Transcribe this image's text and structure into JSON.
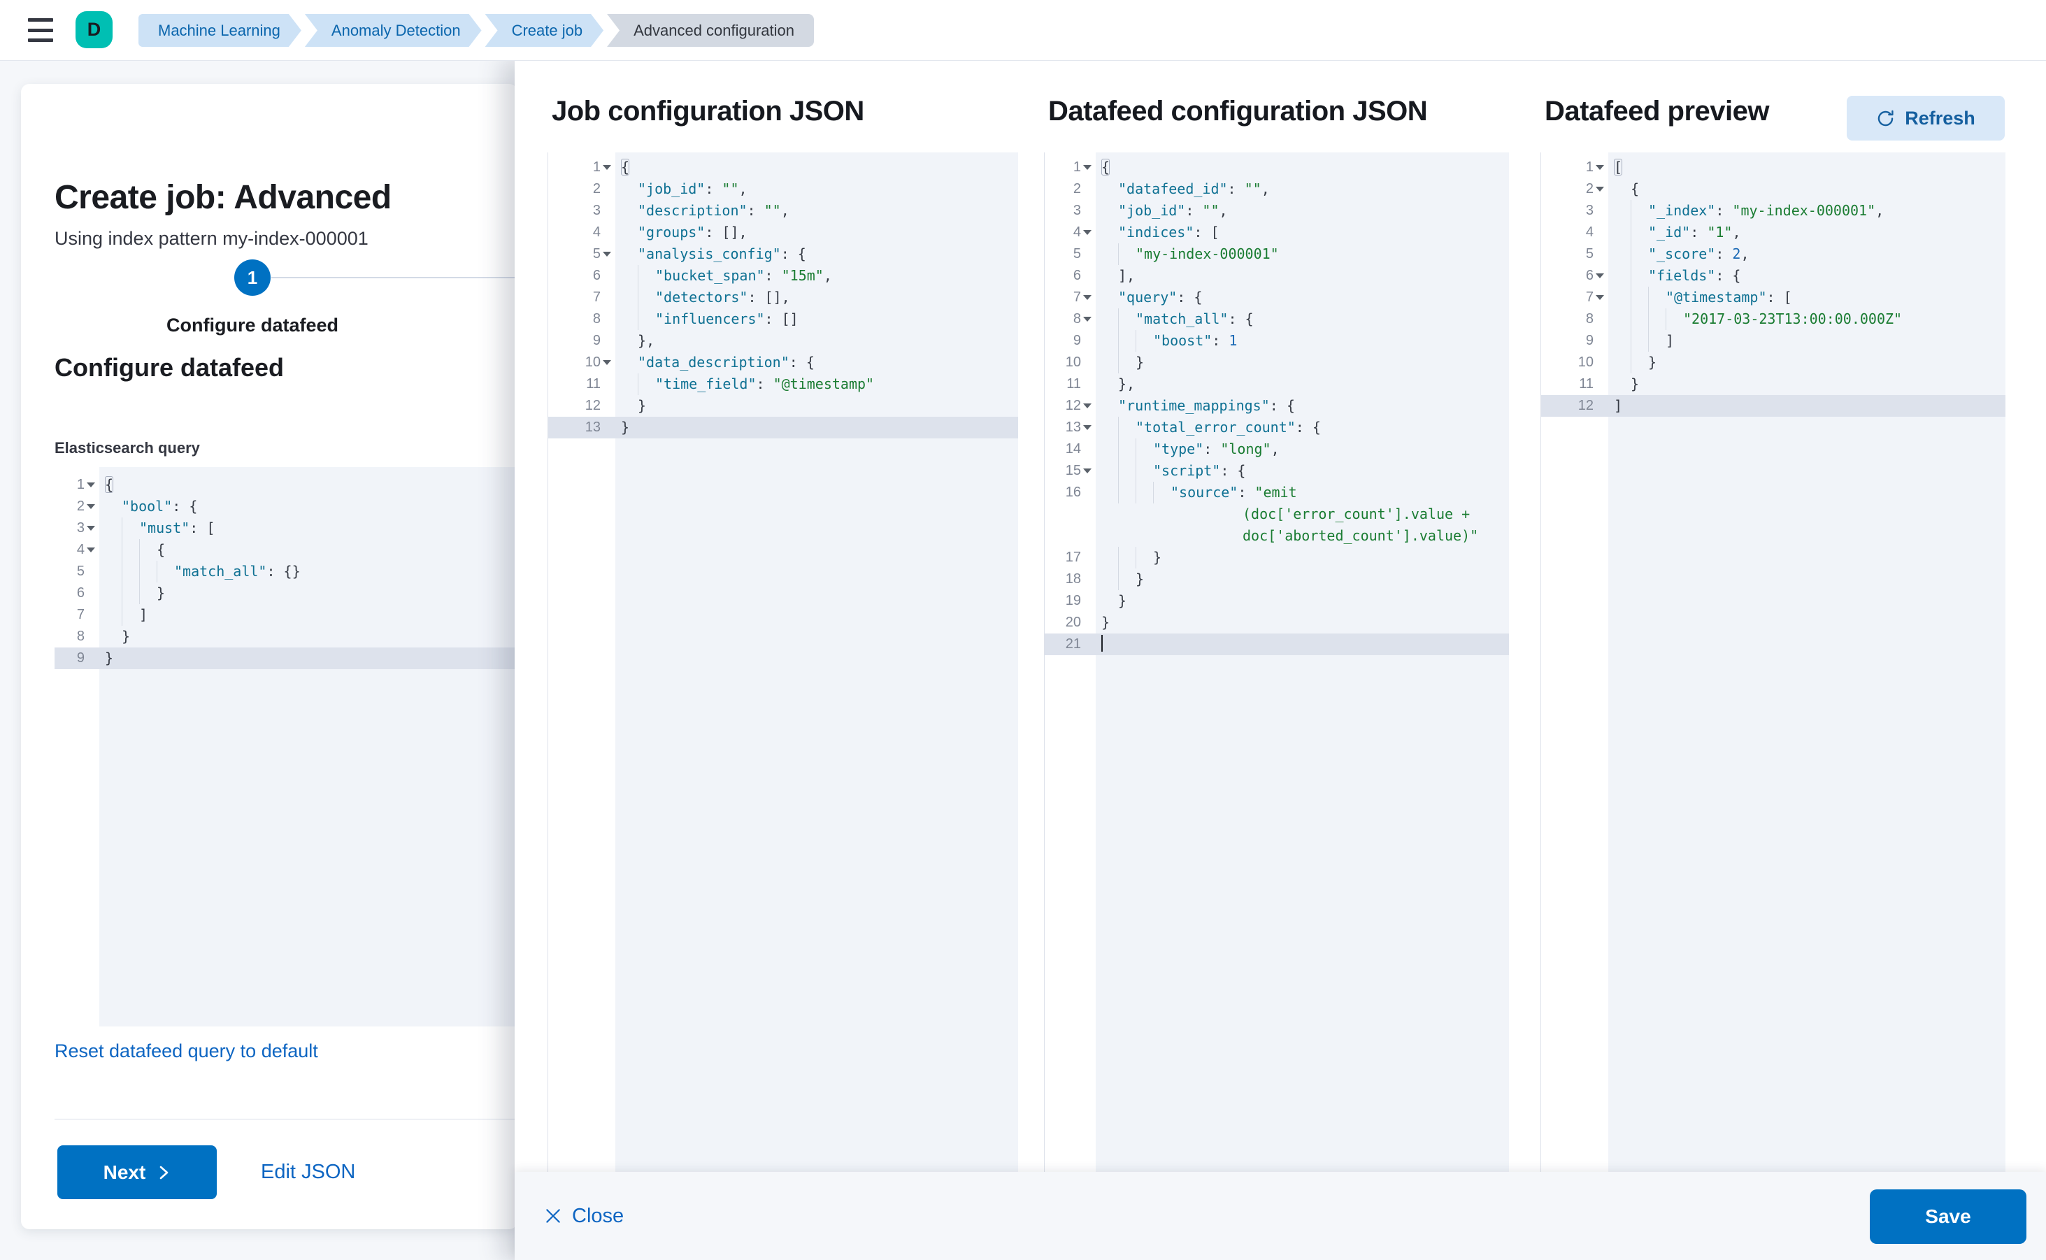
{
  "colors": {
    "accent": "#0071c2",
    "avatar_bg": "#00bfb3",
    "link": "#0d65c2",
    "code_bg": "#f1f4f9",
    "code_active_line": "#dde2ec",
    "code_key": "#0f7193",
    "code_string": "#1a7c32",
    "code_number": "#1b69b5"
  },
  "header": {
    "menu_icon": "hamburger-icon",
    "avatar_letter": "D",
    "breadcrumbs": [
      {
        "label": "Machine Learning",
        "current": false
      },
      {
        "label": "Anomaly Detection",
        "current": false
      },
      {
        "label": "Create job",
        "current": false
      },
      {
        "label": "Advanced configuration",
        "current": true
      }
    ]
  },
  "wizard": {
    "title": "Create job: Advanced",
    "subtitle": "Using index pattern my-index-000001",
    "step": {
      "number": "1",
      "label": "Configure datafeed"
    },
    "section_title": "Configure datafeed",
    "query_label": "Elasticsearch query",
    "reset_link": "Reset datafeed query to default",
    "next_button": "Next",
    "edit_json_link": "Edit JSON"
  },
  "flyout": {
    "panel1_title": "Job configuration JSON",
    "panel2_title": "Datafeed configuration JSON",
    "panel3_title": "Datafeed preview",
    "refresh_button": "Refresh",
    "close_button": "Close",
    "save_button": "Save"
  },
  "editors": [
    {
      "id": "query",
      "rows": [
        {
          "n": "1",
          "fold": true,
          "u": 0,
          "box": true,
          "t": [
            [
              "p",
              "{"
            ]
          ]
        },
        {
          "n": "2",
          "fold": true,
          "u": 1,
          "t": [
            [
              "k",
              "\"bool\""
            ],
            [
              "p",
              ": {"
            ]
          ]
        },
        {
          "n": "3",
          "fold": true,
          "u": 2,
          "t": [
            [
              "k",
              "\"must\""
            ],
            [
              "p",
              ": ["
            ]
          ]
        },
        {
          "n": "4",
          "fold": true,
          "u": 3,
          "t": [
            [
              "p",
              "{"
            ]
          ]
        },
        {
          "n": "5",
          "u": 4,
          "t": [
            [
              "k",
              "\"match_all\""
            ],
            [
              "p",
              ": {}"
            ]
          ]
        },
        {
          "n": "6",
          "u": 3,
          "t": [
            [
              "p",
              "}"
            ]
          ]
        },
        {
          "n": "7",
          "u": 2,
          "t": [
            [
              "p",
              "]"
            ]
          ]
        },
        {
          "n": "8",
          "u": 1,
          "t": [
            [
              "p",
              "}"
            ]
          ]
        },
        {
          "n": "9",
          "u": 0,
          "active": true,
          "t": [
            [
              "p",
              "}"
            ]
          ]
        }
      ]
    },
    {
      "id": "job",
      "rows": [
        {
          "n": "1",
          "fold": true,
          "u": 0,
          "box": true,
          "t": [
            [
              "p",
              "{"
            ]
          ]
        },
        {
          "n": "2",
          "u": 1,
          "t": [
            [
              "k",
              "\"job_id\""
            ],
            [
              "p",
              ": "
            ],
            [
              "s",
              "\"\""
            ],
            [
              "p",
              ","
            ]
          ]
        },
        {
          "n": "3",
          "u": 1,
          "t": [
            [
              "k",
              "\"description\""
            ],
            [
              "p",
              ": "
            ],
            [
              "s",
              "\"\""
            ],
            [
              "p",
              ","
            ]
          ]
        },
        {
          "n": "4",
          "u": 1,
          "t": [
            [
              "k",
              "\"groups\""
            ],
            [
              "p",
              ": [],"
            ]
          ]
        },
        {
          "n": "5",
          "fold": true,
          "u": 1,
          "t": [
            [
              "k",
              "\"analysis_config\""
            ],
            [
              "p",
              ": {"
            ]
          ]
        },
        {
          "n": "6",
          "u": 2,
          "t": [
            [
              "k",
              "\"bucket_span\""
            ],
            [
              "p",
              ": "
            ],
            [
              "s",
              "\"15m\""
            ],
            [
              "p",
              ","
            ]
          ]
        },
        {
          "n": "7",
          "u": 2,
          "t": [
            [
              "k",
              "\"detectors\""
            ],
            [
              "p",
              ": [],"
            ]
          ]
        },
        {
          "n": "8",
          "u": 2,
          "t": [
            [
              "k",
              "\"influencers\""
            ],
            [
              "p",
              ": []"
            ]
          ]
        },
        {
          "n": "9",
          "u": 1,
          "t": [
            [
              "p",
              "},"
            ]
          ]
        },
        {
          "n": "10",
          "fold": true,
          "u": 1,
          "t": [
            [
              "k",
              "\"data_description\""
            ],
            [
              "p",
              ": {"
            ]
          ]
        },
        {
          "n": "11",
          "u": 2,
          "t": [
            [
              "k",
              "\"time_field\""
            ],
            [
              "p",
              ": "
            ],
            [
              "s",
              "\"@timestamp\""
            ]
          ]
        },
        {
          "n": "12",
          "u": 1,
          "t": [
            [
              "p",
              "}"
            ]
          ]
        },
        {
          "n": "13",
          "u": 0,
          "active": true,
          "t": [
            [
              "p",
              "}"
            ]
          ]
        }
      ]
    },
    {
      "id": "datafeed",
      "rows": [
        {
          "n": "1",
          "fold": true,
          "u": 0,
          "box": true,
          "t": [
            [
              "p",
              "{"
            ]
          ]
        },
        {
          "n": "2",
          "u": 1,
          "t": [
            [
              "k",
              "\"datafeed_id\""
            ],
            [
              "p",
              ": "
            ],
            [
              "s",
              "\"\""
            ],
            [
              "p",
              ","
            ]
          ]
        },
        {
          "n": "3",
          "u": 1,
          "t": [
            [
              "k",
              "\"job_id\""
            ],
            [
              "p",
              ": "
            ],
            [
              "s",
              "\"\""
            ],
            [
              "p",
              ","
            ]
          ]
        },
        {
          "n": "4",
          "fold": true,
          "u": 1,
          "t": [
            [
              "k",
              "\"indices\""
            ],
            [
              "p",
              ": ["
            ]
          ]
        },
        {
          "n": "5",
          "u": 2,
          "t": [
            [
              "s",
              "\"my-index-000001\""
            ]
          ]
        },
        {
          "n": "6",
          "u": 1,
          "t": [
            [
              "p",
              "],"
            ]
          ]
        },
        {
          "n": "7",
          "fold": true,
          "u": 1,
          "t": [
            [
              "k",
              "\"query\""
            ],
            [
              "p",
              ": {"
            ]
          ]
        },
        {
          "n": "8",
          "fold": true,
          "u": 2,
          "t": [
            [
              "k",
              "\"match_all\""
            ],
            [
              "p",
              ": {"
            ]
          ]
        },
        {
          "n": "9",
          "u": 3,
          "t": [
            [
              "k",
              "\"boost\""
            ],
            [
              "p",
              ": "
            ],
            [
              "n",
              "1"
            ]
          ]
        },
        {
          "n": "10",
          "u": 2,
          "t": [
            [
              "p",
              "}"
            ]
          ]
        },
        {
          "n": "11",
          "u": 1,
          "t": [
            [
              "p",
              "},"
            ]
          ]
        },
        {
          "n": "12",
          "fold": true,
          "u": 1,
          "t": [
            [
              "k",
              "\"runtime_mappings\""
            ],
            [
              "p",
              ": {"
            ]
          ]
        },
        {
          "n": "13",
          "fold": true,
          "u": 2,
          "t": [
            [
              "k",
              "\"total_error_count\""
            ],
            [
              "p",
              ": {"
            ]
          ]
        },
        {
          "n": "14",
          "u": 3,
          "t": [
            [
              "k",
              "\"type\""
            ],
            [
              "p",
              ": "
            ],
            [
              "s",
              "\"long\""
            ],
            [
              "p",
              ","
            ]
          ]
        },
        {
          "n": "15",
          "fold": true,
          "u": 3,
          "t": [
            [
              "k",
              "\"script\""
            ],
            [
              "p",
              ": {"
            ]
          ]
        },
        {
          "n": "16",
          "u": 4,
          "t": [
            [
              "k",
              "\"source\""
            ],
            [
              "p",
              ": "
            ],
            [
              "s",
              "\"emit"
            ]
          ]
        },
        {
          "n": "",
          "pad": 210,
          "t": [
            [
              "s",
              "(doc['error_count'].value +"
            ]
          ]
        },
        {
          "n": "",
          "pad": 210,
          "t": [
            [
              "s",
              "doc['aborted_count'].value)\""
            ]
          ]
        },
        {
          "n": "17",
          "u": 3,
          "t": [
            [
              "p",
              "}"
            ]
          ]
        },
        {
          "n": "18",
          "u": 2,
          "t": [
            [
              "p",
              "}"
            ]
          ]
        },
        {
          "n": "19",
          "u": 1,
          "t": [
            [
              "p",
              "}"
            ]
          ]
        },
        {
          "n": "20",
          "u": 0,
          "t": [
            [
              "p",
              "}"
            ]
          ]
        },
        {
          "n": "21",
          "u": 0,
          "active": true,
          "cursor": true,
          "t": []
        }
      ]
    },
    {
      "id": "preview",
      "rows": [
        {
          "n": "1",
          "fold": true,
          "u": 0,
          "box": true,
          "t": [
            [
              "p",
              "["
            ]
          ]
        },
        {
          "n": "2",
          "fold": true,
          "u": 1,
          "t": [
            [
              "p",
              "{"
            ]
          ]
        },
        {
          "n": "3",
          "u": 2,
          "t": [
            [
              "k",
              "\"_index\""
            ],
            [
              "p",
              ": "
            ],
            [
              "s",
              "\"my-index-000001\""
            ],
            [
              "p",
              ","
            ]
          ]
        },
        {
          "n": "4",
          "u": 2,
          "t": [
            [
              "k",
              "\"_id\""
            ],
            [
              "p",
              ": "
            ],
            [
              "s",
              "\"1\""
            ],
            [
              "p",
              ","
            ]
          ]
        },
        {
          "n": "5",
          "u": 2,
          "t": [
            [
              "k",
              "\"_score\""
            ],
            [
              "p",
              ": "
            ],
            [
              "n",
              "2"
            ],
            [
              "p",
              ","
            ]
          ]
        },
        {
          "n": "6",
          "fold": true,
          "u": 2,
          "t": [
            [
              "k",
              "\"fields\""
            ],
            [
              "p",
              ": {"
            ]
          ]
        },
        {
          "n": "7",
          "fold": true,
          "u": 3,
          "t": [
            [
              "k",
              "\"@timestamp\""
            ],
            [
              "p",
              ": ["
            ]
          ]
        },
        {
          "n": "8",
          "u": 4,
          "t": [
            [
              "s",
              "\"2017-03-23T13:00:00.000Z\""
            ]
          ]
        },
        {
          "n": "9",
          "u": 3,
          "t": [
            [
              "p",
              "]"
            ]
          ]
        },
        {
          "n": "10",
          "u": 2,
          "t": [
            [
              "p",
              "}"
            ]
          ]
        },
        {
          "n": "11",
          "u": 1,
          "t": [
            [
              "p",
              "}"
            ]
          ]
        },
        {
          "n": "12",
          "u": 0,
          "active": true,
          "t": [
            [
              "p",
              "]"
            ]
          ]
        }
      ]
    }
  ]
}
